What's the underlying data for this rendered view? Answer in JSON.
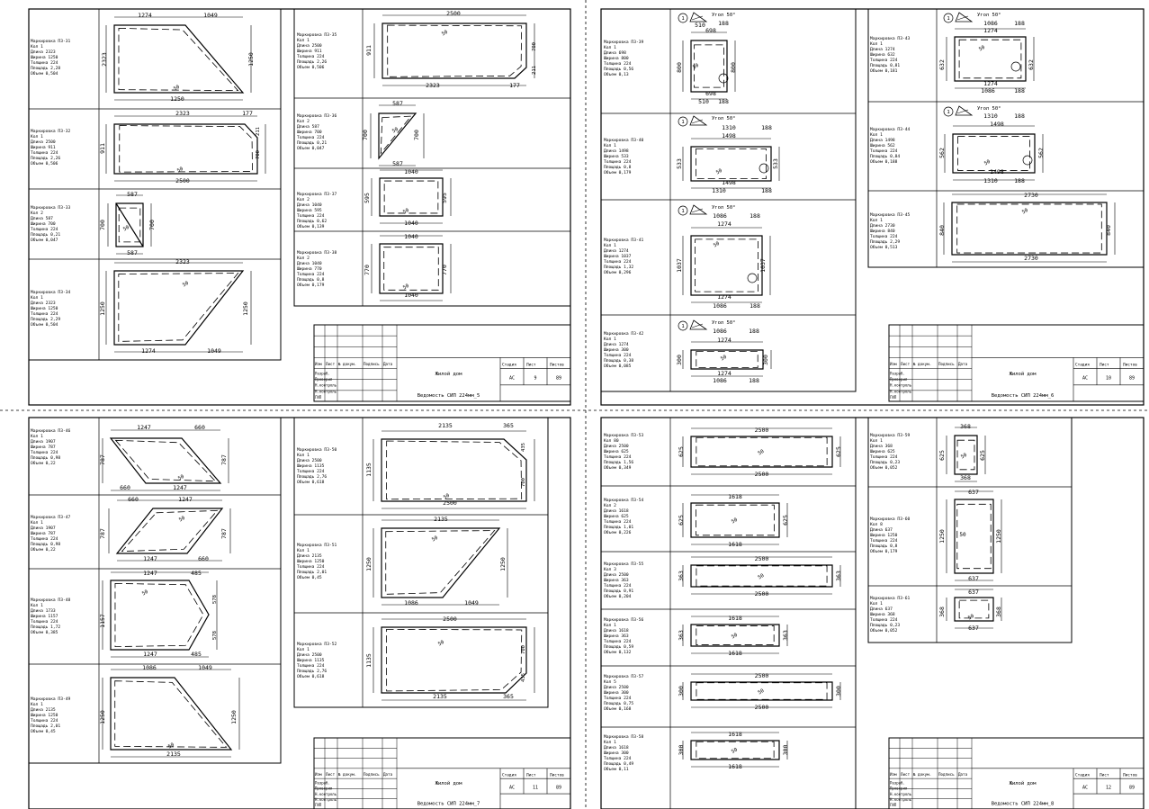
{
  "common": {
    "project": "Жилой дом",
    "stage_value": "АС",
    "total_sheets": "89",
    "title_row_labels": [
      "Изм",
      "Лист",
      "№ докум.",
      "Подпись",
      "Дата"
    ],
    "title_side_labels": [
      "Разраб.",
      "Проверил",
      "Н.контроль",
      "Н.контроль",
      "ГИП"
    ],
    "stage_headers": [
      "Стадия",
      "Лист",
      "Листов"
    ],
    "angle_label": "Угол 50°",
    "mark_number": "1"
  },
  "sheets": [
    {
      "sheet_no": "9",
      "doc_title": "Ведомость СИП 224мм_5",
      "panels": [
        {
          "name": "Маркировка П3-31",
          "text": [
            "Маркировка П3-31",
            "Кол 1",
            "Длина 2323",
            "Ширина 1250",
            "Толщина 224",
            "Площадь 2,28",
            "Объем 0,504"
          ],
          "dims": [
            "1274",
            "1049",
            "1250",
            "1250",
            "2323",
            "50"
          ]
        },
        {
          "name": "Маркировка П3-32",
          "text": [
            "Маркировка П3-32",
            "Кол 1",
            "Длина 2500",
            "Ширина 911",
            "Толщина 224",
            "Площадь 2,26",
            "Объем 0,506"
          ],
          "dims": [
            "2323",
            "177",
            "911",
            "211",
            "700",
            "2500",
            "50"
          ]
        },
        {
          "name": "Маркировка П3-33",
          "text": [
            "Маркировка П3-33",
            "Кол 2",
            "Длина 587",
            "Ширина 700",
            "Толщина 224",
            "Площадь 0,21",
            "Объем 0,047"
          ],
          "dims": [
            "587",
            "700",
            "700",
            "587",
            "50"
          ]
        },
        {
          "name": "Маркировка П3-34",
          "text": [
            "Маркировка П3-34",
            "Кол 1",
            "Длина 2323",
            "Ширина 1250",
            "Толщина 224",
            "Площадь 2,29",
            "Объем 0,504"
          ],
          "dims": [
            "2323",
            "1250",
            "1250",
            "1274",
            "1049",
            "50"
          ]
        },
        {
          "name": "Маркировка П3-35",
          "text": [
            "Маркировка П3-35",
            "Кол 1",
            "Длина 2500",
            "Ширина 911",
            "Толщина 224",
            "Площадь 2,26",
            "Объем 0,506"
          ],
          "dims": [
            "2500",
            "911",
            "211",
            "700",
            "2323",
            "177",
            "50"
          ]
        },
        {
          "name": "Маркировка П3-36",
          "text": [
            "Маркировка П3-36",
            "Кол 2",
            "Длина 587",
            "Ширина 700",
            "Толщина 224",
            "Площадь 0,21",
            "Объем 0,047"
          ],
          "dims": [
            "587",
            "700",
            "700",
            "587",
            "50"
          ]
        },
        {
          "name": "Маркировка П3-37",
          "text": [
            "Маркировка П3-37",
            "Кол 2",
            "Длина 1040",
            "Ширина 595",
            "Толщина 224",
            "Площадь 0,62",
            "Объем 0,139"
          ],
          "dims": [
            "1040",
            "595",
            "595",
            "1040",
            "50"
          ]
        },
        {
          "name": "Маркировка П3-38",
          "text": [
            "Маркировка П3-38",
            "Кол 2",
            "Длина 1040",
            "Ширина 770",
            "Толщина 224",
            "Площадь 0,8",
            "Объем 0,179"
          ],
          "dims": [
            "1040",
            "770",
            "770",
            "1040",
            "50"
          ]
        }
      ]
    },
    {
      "sheet_no": "10",
      "doc_title": "Ведомость СИП 224мм_6",
      "panels": [
        {
          "name": "Маркировка П3-39",
          "text": [
            "Маркировка П3-39",
            "Кол 1",
            "Длина 698",
            "Ширина 800",
            "Толщина 224",
            "Площадь 0,56",
            "Объем 0,13"
          ],
          "dims": [
            "510",
            "188",
            "698",
            "800",
            "800",
            "698",
            "510",
            "188",
            "50"
          ]
        },
        {
          "name": "Маркировка П3-40",
          "text": [
            "Маркировка П3-40",
            "Кол 1",
            "Длина 1498",
            "Ширина 533",
            "Толщина 224",
            "Площадь 0,8",
            "Объем 0,179"
          ],
          "dims": [
            "1310",
            "188",
            "1498",
            "533",
            "533",
            "1498",
            "1310",
            "188",
            "50"
          ]
        },
        {
          "name": "Маркировка П3-41",
          "text": [
            "Маркировка П3-41",
            "Кол 1",
            "Длина 1274",
            "Ширина 1037",
            "Толщина 224",
            "Площадь 1,32",
            "Объем 0,296"
          ],
          "dims": [
            "1086",
            "188",
            "1274",
            "1037",
            "1037",
            "1274",
            "1086",
            "188",
            "50"
          ]
        },
        {
          "name": "Маркировка П3-42",
          "text": [
            "Маркировка П3-42",
            "Кол 1",
            "Длина 1274",
            "Ширина 300",
            "Толщина 224",
            "Площадь 0,38",
            "Объем 0,085"
          ],
          "dims": [
            "1086",
            "188",
            "1274",
            "300",
            "300",
            "1274",
            "1086",
            "188",
            "50"
          ]
        },
        {
          "name": "Маркировка П3-43",
          "text": [
            "Маркировка П3-43",
            "Кол 1",
            "Длина 1274",
            "Ширина 632",
            "Толщина 224",
            "Площадь 0,81",
            "Объем 0,181"
          ],
          "dims": [
            "1086",
            "188",
            "1274",
            "632",
            "632",
            "1274",
            "1086",
            "188",
            "50"
          ]
        },
        {
          "name": "Маркировка П3-44",
          "text": [
            "Маркировка П3-44",
            "Кол 1",
            "Длина 1498",
            "Ширина 562",
            "Толщина 224",
            "Площадь 0,84",
            "Объем 0,188"
          ],
          "dims": [
            "1310",
            "188",
            "1498",
            "562",
            "562",
            "1498",
            "1310",
            "188",
            "50"
          ]
        },
        {
          "name": "Маркировка П3-45",
          "text": [
            "Маркировка П3-45",
            "Кол 1",
            "Длина 2730",
            "Ширина 840",
            "Толщина 224",
            "Площадь 2,29",
            "Объем 0,513"
          ],
          "dims": [
            "2730",
            "840",
            "840",
            "2730",
            "50"
          ]
        }
      ]
    },
    {
      "sheet_no": "11",
      "doc_title": "Ведомость СИП 224мм_7",
      "panels": [
        {
          "name": "Маркировка П3-46",
          "text": [
            "Маркировка П3-46",
            "Кол 1",
            "Длина 1907",
            "Ширина 787",
            "Толщина 224",
            "Площадь 0,98",
            "Объем 0,22"
          ],
          "dims": [
            "1247",
            "660",
            "787",
            "787",
            "660",
            "1247",
            "50"
          ]
        },
        {
          "name": "Маркировка П3-47",
          "text": [
            "Маркировка П3-47",
            "Кол 1",
            "Длина 1907",
            "Ширина 787",
            "Толщина 224",
            "Площадь 0,98",
            "Объем 0,22"
          ],
          "dims": [
            "660",
            "1247",
            "787",
            "787",
            "1247",
            "660",
            "50"
          ]
        },
        {
          "name": "Маркировка П3-48",
          "text": [
            "Маркировка П3-48",
            "Кол 1",
            "Длина 1733",
            "Ширина 1157",
            "Толщина 224",
            "Площадь 1,72",
            "Объем 0,385"
          ],
          "dims": [
            "1247",
            "485",
            "1157",
            "578",
            "578",
            "1247",
            "485",
            "50"
          ]
        },
        {
          "name": "Маркировка П3-49",
          "text": [
            "Маркировка П3-49",
            "Кол 1",
            "Длина 2135",
            "Ширина 1250",
            "Толщина 224",
            "Площадь 2,01",
            "Объем 0,45"
          ],
          "dims": [
            "1086",
            "1049",
            "1250",
            "1250",
            "2135",
            "50"
          ]
        },
        {
          "name": "Маркировка П3-50",
          "text": [
            "Маркировка П3-50",
            "Кол 1",
            "Длина 2500",
            "Ширина 1135",
            "Толщина 224",
            "Площадь 2,76",
            "Объем 0,618"
          ],
          "dims": [
            "2135",
            "365",
            "1135",
            "435",
            "700",
            "2500",
            "50"
          ]
        },
        {
          "name": "Маркировка П3-51",
          "text": [
            "Маркировка П3-51",
            "Кол 1",
            "Длина 2135",
            "Ширина 1250",
            "Толщина 224",
            "Площадь 2,01",
            "Объем 0,45"
          ],
          "dims": [
            "2135",
            "1250",
            "1250",
            "1086",
            "1049",
            "50"
          ]
        },
        {
          "name": "Маркировка П3-52",
          "text": [
            "Маркировка П3-52",
            "Кол 1",
            "Длина 2500",
            "Ширина 1135",
            "Толщина 224",
            "Площадь 2,76",
            "Объем 0,618"
          ],
          "dims": [
            "2500",
            "1135",
            "700",
            "435",
            "2135",
            "365",
            "50"
          ]
        }
      ]
    },
    {
      "sheet_no": "12",
      "doc_title": "Ведомость СИП 224мм_8",
      "panels": [
        {
          "name": "Маркировка П3-53",
          "text": [
            "Маркировка П3-53",
            "Кол 80",
            "Длина 2500",
            "Ширина 625",
            "Толщина 224",
            "Площадь 1,56",
            "Объем 0,349"
          ],
          "dims": [
            "2500",
            "625",
            "625",
            "2500",
            "50"
          ]
        },
        {
          "name": "Маркировка П3-54",
          "text": [
            "Маркировка П3-54",
            "Кол 2",
            "Длина 1618",
            "Ширина 625",
            "Толщина 224",
            "Площадь 1,01",
            "Объем 0,226"
          ],
          "dims": [
            "1618",
            "625",
            "625",
            "1618",
            "50"
          ]
        },
        {
          "name": "Маркировка П3-55",
          "text": [
            "Маркировка П3-55",
            "Кол 3",
            "Длина 2500",
            "Ширина 363",
            "Толщина 224",
            "Площадь 0,91",
            "Объем 0,204"
          ],
          "dims": [
            "2500",
            "363",
            "363",
            "2500",
            "50"
          ]
        },
        {
          "name": "Маркировка П3-56",
          "text": [
            "Маркировка П3-56",
            "Кол 1",
            "Длина 1618",
            "Ширина 363",
            "Толщина 224",
            "Площадь 0,59",
            "Объем 0,132"
          ],
          "dims": [
            "1618",
            "363",
            "363",
            "1618",
            "50"
          ]
        },
        {
          "name": "Маркировка П3-57",
          "text": [
            "Маркировка П3-57",
            "Кол 5",
            "Длина 2500",
            "Ширина 300",
            "Толщина 224",
            "Площадь 0,75",
            "Объем 0,168"
          ],
          "dims": [
            "2500",
            "300",
            "300",
            "2500",
            "50"
          ]
        },
        {
          "name": "Маркировка П3-58",
          "text": [
            "Маркировка П3-58",
            "Кол 1",
            "Длина 1618",
            "Ширина 300",
            "Толщина 224",
            "Площадь 0,49",
            "Объем 0,11"
          ],
          "dims": [
            "1618",
            "300",
            "300",
            "1618",
            "50"
          ]
        },
        {
          "name": "Маркировка П3-59",
          "text": [
            "Маркировка П3-59",
            "Кол 1",
            "Длина 368",
            "Ширина 625",
            "Толщина 224",
            "Площадь 0,23",
            "Объем 0,052"
          ],
          "dims": [
            "368",
            "625",
            "625",
            "368",
            "50"
          ]
        },
        {
          "name": "Маркировка П3-60",
          "text": [
            "Маркировка П3-60",
            "Кол 8",
            "Длина 637",
            "Ширина 1250",
            "Толщина 224",
            "Площадь 0,8",
            "Объем 0,179"
          ],
          "dims": [
            "637",
            "1250",
            "1250",
            "637",
            "50"
          ]
        },
        {
          "name": "Маркировка П3-61",
          "text": [
            "Маркировка П3-61",
            "Кол 1",
            "Длина 637",
            "Ширина 368",
            "Толщина 224",
            "Площадь 0,23",
            "Объем 0,052"
          ],
          "dims": [
            "637",
            "368",
            "368",
            "637",
            "50"
          ]
        }
      ]
    }
  ]
}
